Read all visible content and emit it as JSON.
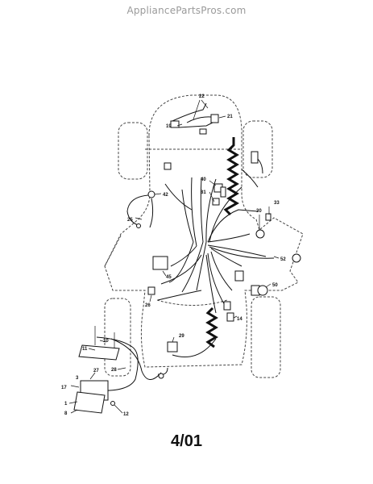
{
  "watermark": "AppliancePartsPros.com",
  "diagram": {
    "callouts": {
      "c22": "22",
      "c19": "19",
      "c21": "21",
      "c40": "40",
      "c81": "81",
      "c42": "42",
      "c25": "25",
      "c30": "30",
      "c33": "33",
      "c52": "52",
      "c45": "45",
      "c26": "26",
      "c50": "50",
      "c14": "14",
      "c29": "29",
      "c10": "10",
      "c11": "11",
      "c28": "28",
      "c27": "27",
      "c3": "3",
      "c17": "17",
      "c1": "1",
      "c8": "8",
      "c12": "12"
    }
  },
  "footer": {
    "date_code": "4/01"
  }
}
